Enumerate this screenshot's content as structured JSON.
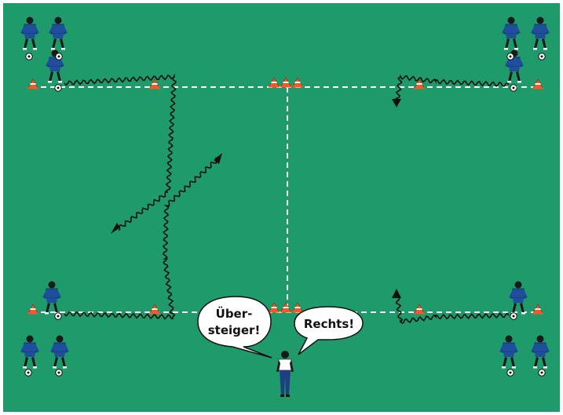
{
  "colors": {
    "pitch": "#1e9a6b",
    "pitch_border": "#ffffff",
    "line": "#ffffff",
    "path": "#111111",
    "cone_orange": "#f05a28",
    "cone_white": "#ffffff",
    "player_shirt": "#1f4e9c",
    "player_skin": "#1a1a1a",
    "coach_shirt": "#ffffff",
    "coach_pants": "#1f3f80",
    "bubble_fill": "#ffffff"
  },
  "speech": {
    "left_line1": "Über-",
    "left_line2": "steiger!",
    "right": "Rechts!"
  },
  "icons": {
    "player": "soccer-player-icon",
    "coach": "coach-icon",
    "cone": "cone-icon",
    "ball": "soccer-ball-icon",
    "arrow": "dribble-arrow-icon"
  }
}
